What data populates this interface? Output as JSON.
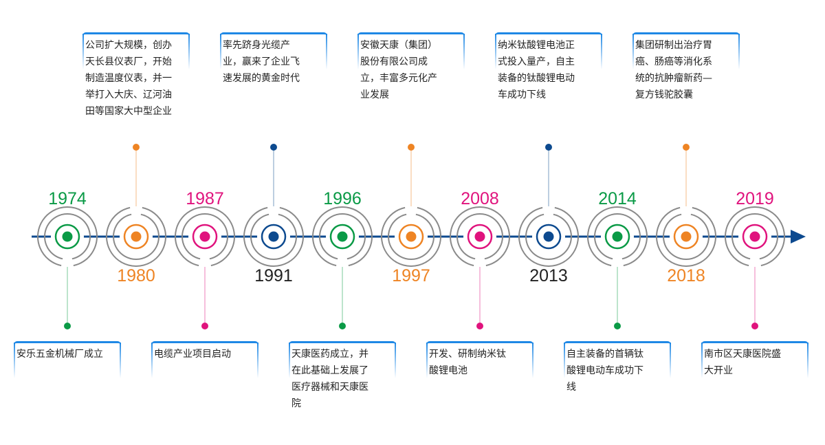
{
  "colors": {
    "axis": "#0d4a8f",
    "ring": "#8a8a8a",
    "green": "#0a9a46",
    "orange": "#ee8424",
    "magenta": "#e0137d",
    "blue": "#0d4a8f",
    "year_black": "#222222",
    "box_border": "#1e88e5"
  },
  "events": [
    {
      "year": "1974",
      "color": "green",
      "position": "bottom",
      "text": "安乐五金机械厂成立"
    },
    {
      "year": "1980",
      "color": "orange",
      "position": "top",
      "text": "公司扩大规模，创办\n天长县仪表厂，开始\n制造温度仪表，并一\n举打入大庆、辽河油\n田等国家大中型企业"
    },
    {
      "year": "1987",
      "color": "magenta",
      "position": "bottom",
      "text": "电缆产业项目启动"
    },
    {
      "year": "1991",
      "color": "blue",
      "position": "top",
      "text": "率先跻身光缆产\n业，赢来了企业飞\n速发展的黄金时代"
    },
    {
      "year": "1996",
      "color": "green",
      "position": "bottom",
      "text": "天康医药成立，并\n在此基础上发展了\n医疗器械和天康医\n院"
    },
    {
      "year": "1997",
      "color": "orange",
      "position": "top",
      "text": "安徽天康（集团）\n股份有限公司成\n立，丰富多元化产\n业发展"
    },
    {
      "year": "2008",
      "color": "magenta",
      "position": "bottom",
      "text": "开发、研制纳米钛\n酸锂电池"
    },
    {
      "year": "2013",
      "color": "blue",
      "position": "top",
      "text": "纳米钛酸锂电池正\n式投入量产，自主\n装备的钛酸锂电动\n车成功下线"
    },
    {
      "year": "2014",
      "color": "green",
      "position": "bottom",
      "text": "自主装备的首辆钛\n酸锂电动车成功下\n线"
    },
    {
      "year": "2018",
      "color": "orange",
      "position": "top",
      "text": "集团研制出治疗胃\n癌、肠癌等消化系\n统的抗肿瘤新药—\n复方钱驼胶囊"
    },
    {
      "year": "2019",
      "color": "magenta",
      "position": "bottom",
      "text": "南市区天康医院盛\n大开业"
    }
  ]
}
